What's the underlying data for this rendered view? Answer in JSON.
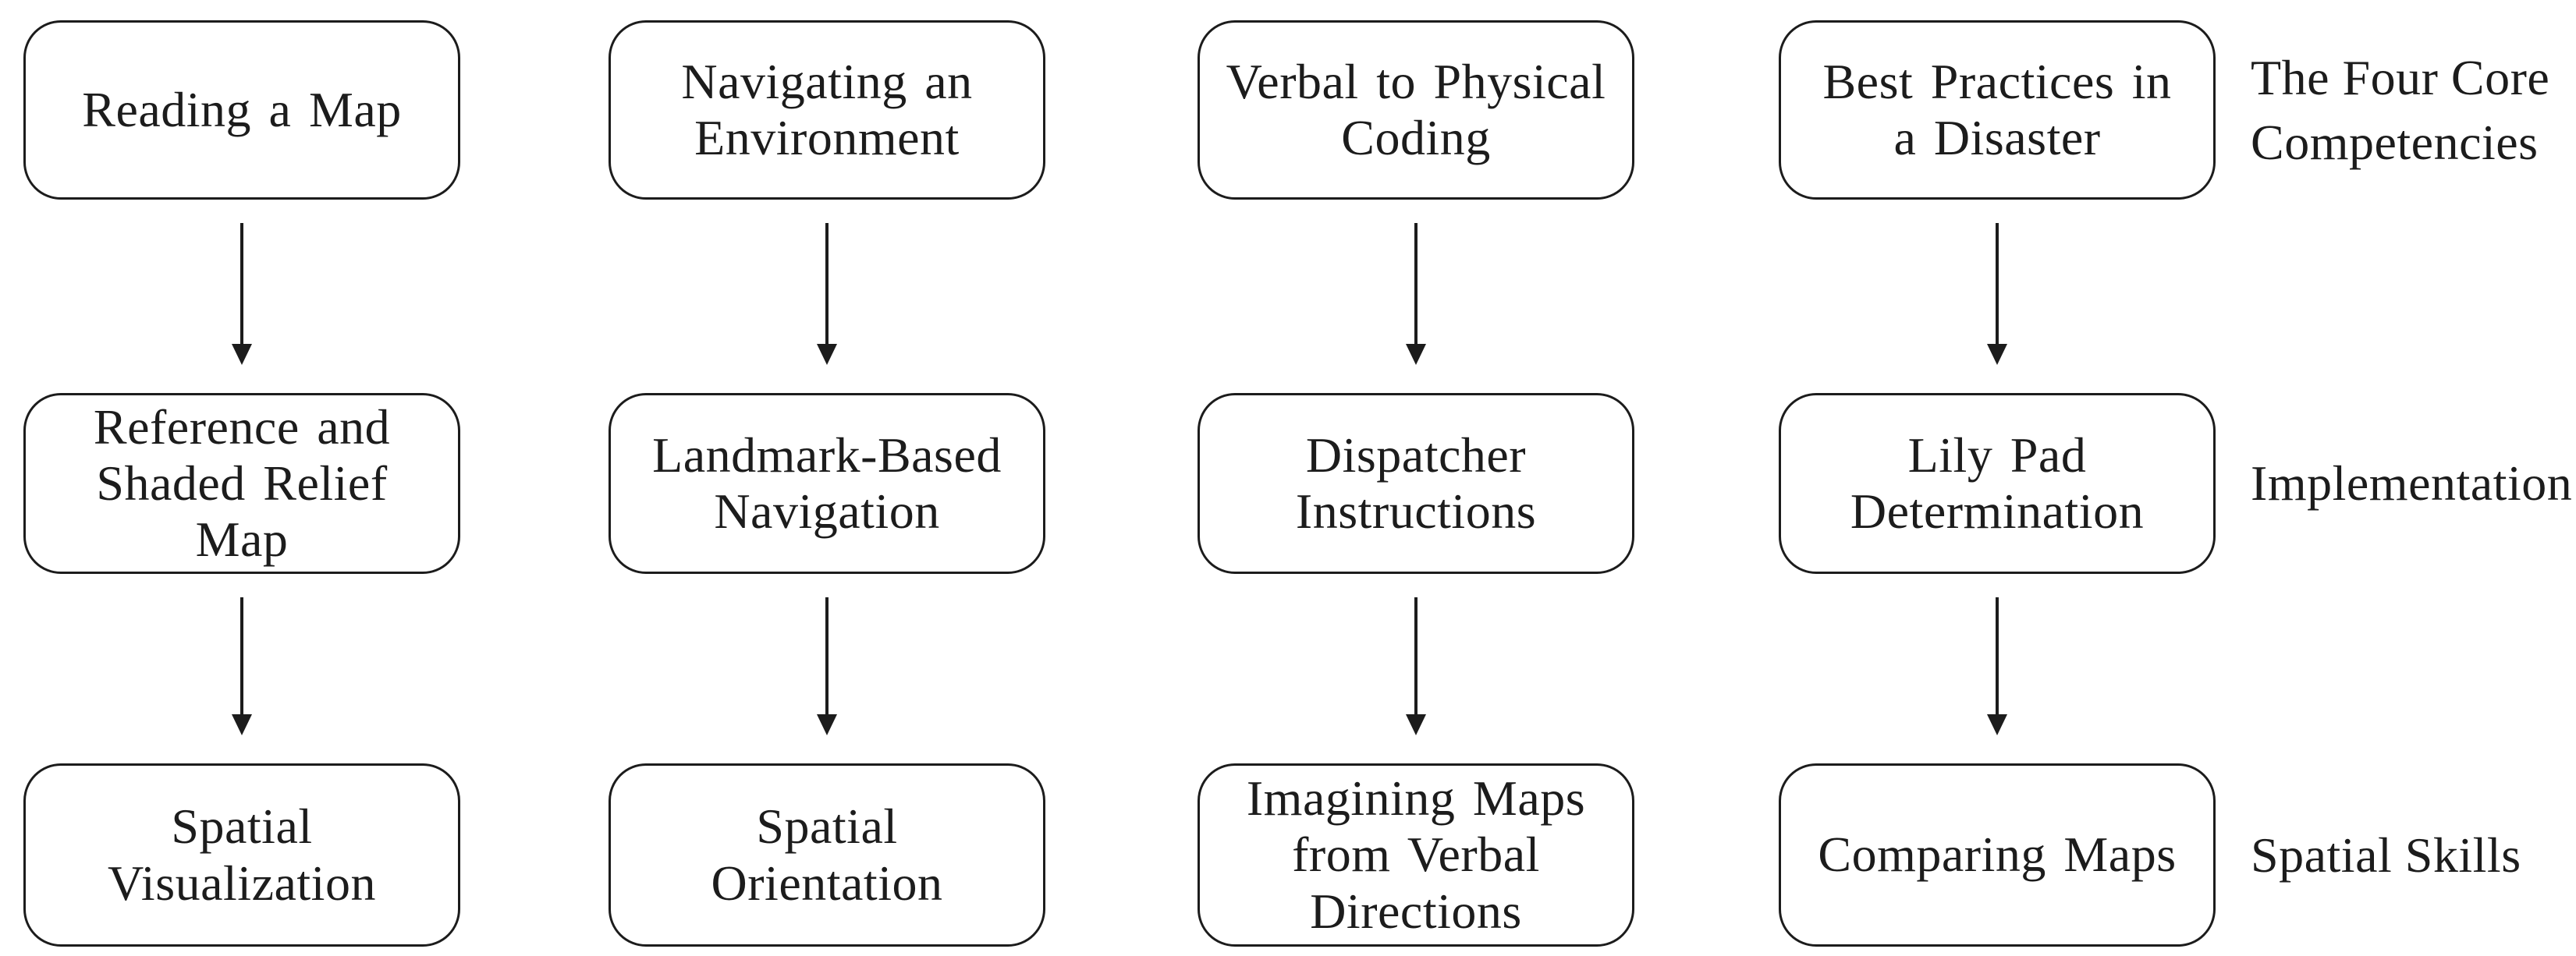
{
  "diagram": {
    "columns": [
      {
        "boxes": [
          {
            "lines": [
              "Reading a Map"
            ]
          },
          {
            "lines": [
              "Reference and",
              "Shaded Relief",
              "Map"
            ]
          },
          {
            "lines": [
              "Spatial",
              "Visualization"
            ]
          }
        ]
      },
      {
        "boxes": [
          {
            "lines": [
              "Navigating an",
              "Environment"
            ]
          },
          {
            "lines": [
              "Landmark-Based",
              "Navigation"
            ]
          },
          {
            "lines": [
              "Spatial",
              "Orientation"
            ]
          }
        ]
      },
      {
        "boxes": [
          {
            "lines": [
              "Verbal to Physical",
              "Coding"
            ]
          },
          {
            "lines": [
              "Dispatcher",
              "Instructions"
            ]
          },
          {
            "lines": [
              "Imagining Maps",
              "from Verbal",
              "Directions"
            ]
          }
        ]
      },
      {
        "boxes": [
          {
            "lines": [
              "Best Practices in",
              "a Disaster"
            ]
          },
          {
            "lines": [
              "Lily Pad",
              "Determination"
            ]
          },
          {
            "lines": [
              "Comparing Maps"
            ]
          }
        ]
      }
    ],
    "row_labels": [
      {
        "lines": [
          "The Four Core",
          "Competencies"
        ]
      },
      {
        "lines": [
          "Implementation"
        ]
      },
      {
        "lines": [
          "Spatial Skills"
        ]
      }
    ],
    "colors": {
      "ink": "#1c1c1c",
      "background": "#ffffff"
    }
  }
}
